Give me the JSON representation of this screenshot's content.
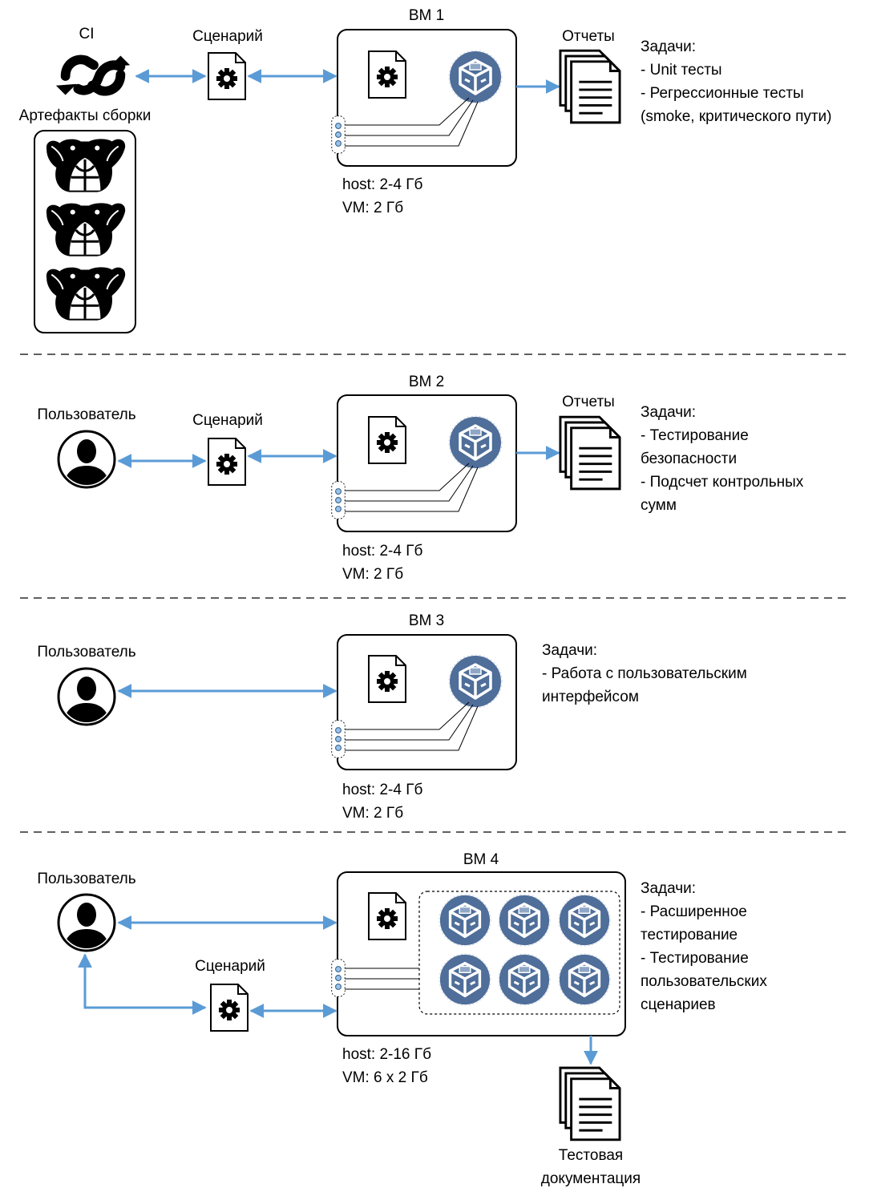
{
  "colors": {
    "arrow": "#5b9bd5",
    "vbox": "#4f6e99",
    "line": "#000000"
  },
  "icons": [
    "ci-sync-icon",
    "database-elephant-icon",
    "script-gear-icon",
    "virtualbox-icon",
    "reports-icon",
    "user-icon"
  ],
  "ci": {
    "label": "CI",
    "artifacts_label": "Артефакты сборки"
  },
  "sections": [
    {
      "vm_title": "ВМ 1",
      "script_label": "Сценарий",
      "reports_label": "Отчеты",
      "host": "host: 2-4 Гб",
      "vm": "VM: 2 Гб",
      "tasks": [
        "Задачи:",
        "- Unit тесты",
        "- Регрессионные тесты",
        "(smoke, критического пути)"
      ]
    },
    {
      "vm_title": "ВМ 2",
      "user_label": "Пользователь",
      "script_label": "Сценарий",
      "reports_label": "Отчеты",
      "host": "host: 2-4 Гб",
      "vm": "VM: 2 Гб",
      "tasks": [
        "Задачи:",
        "- Тестирование",
        "безопасности",
        "- Подсчет контрольных",
        "сумм"
      ]
    },
    {
      "vm_title": "ВМ 3",
      "user_label": "Пользователь",
      "host": "host: 2-4 Гб",
      "vm": "VM: 2 Гб",
      "tasks": [
        "Задачи:",
        "- Работа с пользовательским",
        "интерфейсом"
      ]
    },
    {
      "vm_title": "ВМ 4",
      "user_label": "Пользователь",
      "script_label": "Сценарий",
      "host": "host: 2-16 Гб",
      "vm": "VM: 6 x 2 Гб",
      "tasks": [
        "Задачи:",
        "- Расширенное",
        "тестирование",
        "- Тестирование",
        "пользовательских",
        "сценариев"
      ],
      "docs_label": [
        "Тестовая",
        "документация"
      ]
    }
  ]
}
